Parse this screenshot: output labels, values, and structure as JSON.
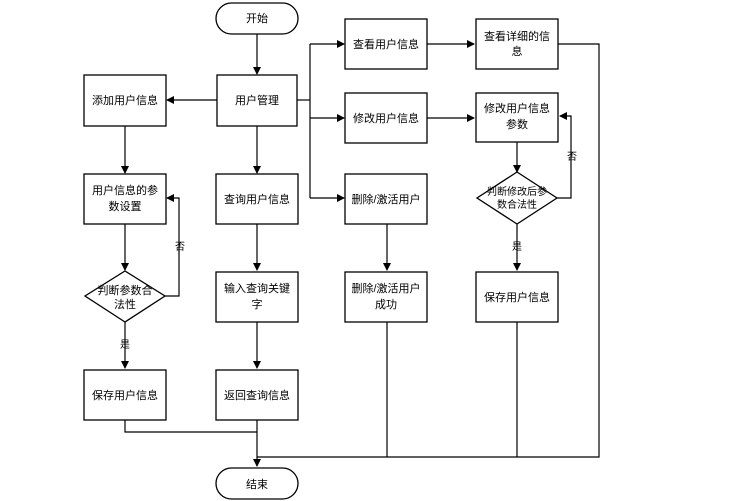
{
  "nodes": {
    "start": "开始",
    "end": "结束",
    "user_mgmt": "用户管理",
    "add_user": "添加用户信息",
    "param_set": [
      "用户信息的参",
      "数设置"
    ],
    "judge_left": [
      "判断参数合",
      "法性"
    ],
    "save_left": "保存用户信息",
    "query_user": "查询用户信息",
    "input_kw": [
      "输入查询关键",
      "字"
    ],
    "return_query": "返回查询信息",
    "view_user": "查看用户信息",
    "view_detail": [
      "查看详细的信",
      "息"
    ],
    "modify_user": "修改用户信息",
    "modify_params": [
      "修改用户信息",
      "参数"
    ],
    "judge_right": [
      "判断修改后参",
      "数合法性"
    ],
    "save_right": "保存用户信息",
    "delete_user": "删除/激活用户",
    "delete_success": [
      "删除/激活用户",
      "成功"
    ]
  },
  "edge_labels": {
    "no_left": "否",
    "yes_left": "是",
    "no_right": "否",
    "yes_right": "是"
  }
}
